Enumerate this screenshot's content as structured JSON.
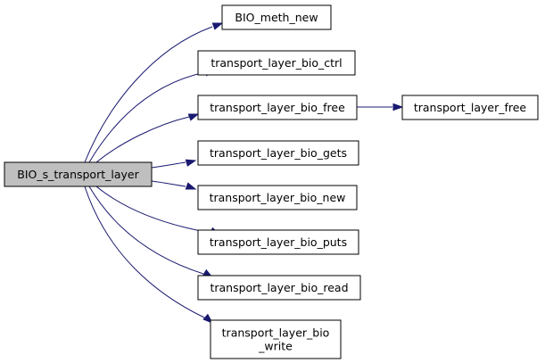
{
  "graph": {
    "root": "BIO_s_transport_layer",
    "nodes": [
      {
        "id": "root",
        "lines": [
          "BIO_s_transport_layer"
        ]
      },
      {
        "id": "meth_new",
        "lines": [
          "BIO_meth_new"
        ]
      },
      {
        "id": "bio_ctrl",
        "lines": [
          "transport_layer_bio_ctrl"
        ]
      },
      {
        "id": "bio_free",
        "lines": [
          "transport_layer_bio_free"
        ]
      },
      {
        "id": "tl_free",
        "lines": [
          "transport_layer_free"
        ]
      },
      {
        "id": "bio_gets",
        "lines": [
          "transport_layer_bio_gets"
        ]
      },
      {
        "id": "bio_new",
        "lines": [
          "transport_layer_bio_new"
        ]
      },
      {
        "id": "bio_puts",
        "lines": [
          "transport_layer_bio_puts"
        ]
      },
      {
        "id": "bio_read",
        "lines": [
          "transport_layer_bio_read"
        ]
      },
      {
        "id": "bio_write",
        "lines": [
          "transport_layer_bio",
          "_write"
        ]
      }
    ],
    "edges": [
      {
        "from": "root",
        "to": "meth_new"
      },
      {
        "from": "root",
        "to": "bio_ctrl"
      },
      {
        "from": "root",
        "to": "bio_free"
      },
      {
        "from": "root",
        "to": "bio_gets"
      },
      {
        "from": "root",
        "to": "bio_new"
      },
      {
        "from": "root",
        "to": "bio_puts"
      },
      {
        "from": "root",
        "to": "bio_read"
      },
      {
        "from": "root",
        "to": "bio_write"
      },
      {
        "from": "bio_free",
        "to": "tl_free"
      }
    ],
    "colors": {
      "edge": "#191970",
      "root_fill": "#bfbfbf",
      "node_fill": "#ffffff",
      "border": "#000000"
    }
  }
}
